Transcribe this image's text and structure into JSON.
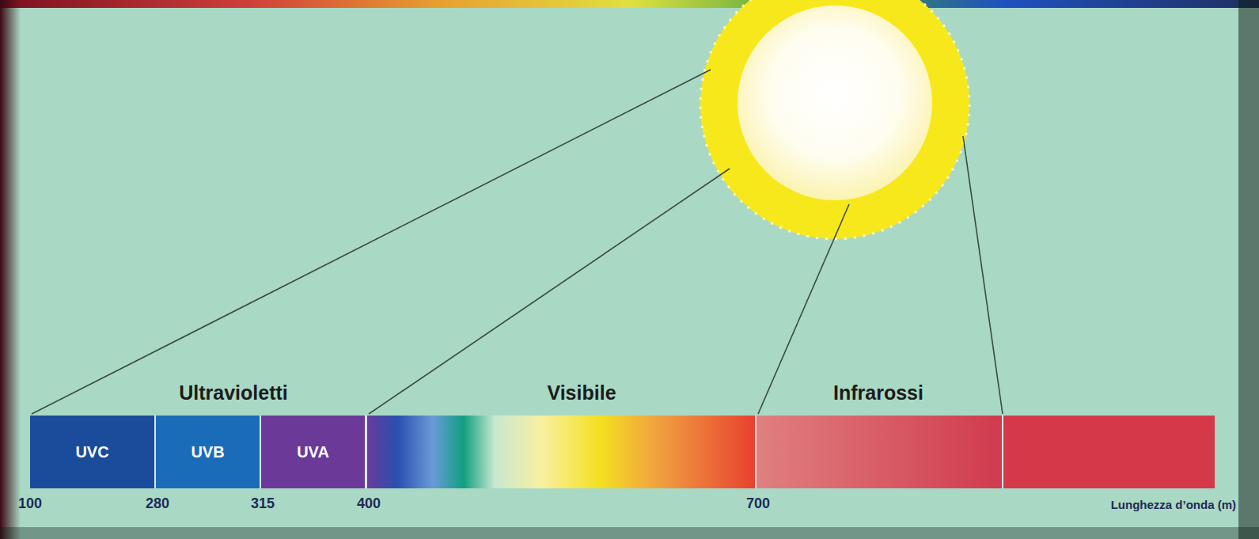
{
  "diagram": {
    "nodes": [
      {
        "text": [
          "UVC"
        ]
      },
      {
        "text": [
          "UVB"
        ]
      },
      {
        "text": [
          "UVA"
        ]
      }
    ],
    "labels": [
      "Ultravioletti",
      "Visibile",
      "Infrarossi",
      "100",
      "280",
      "315",
      "400",
      "700",
      "Lunghezza d’onda (m)"
    ]
  }
}
